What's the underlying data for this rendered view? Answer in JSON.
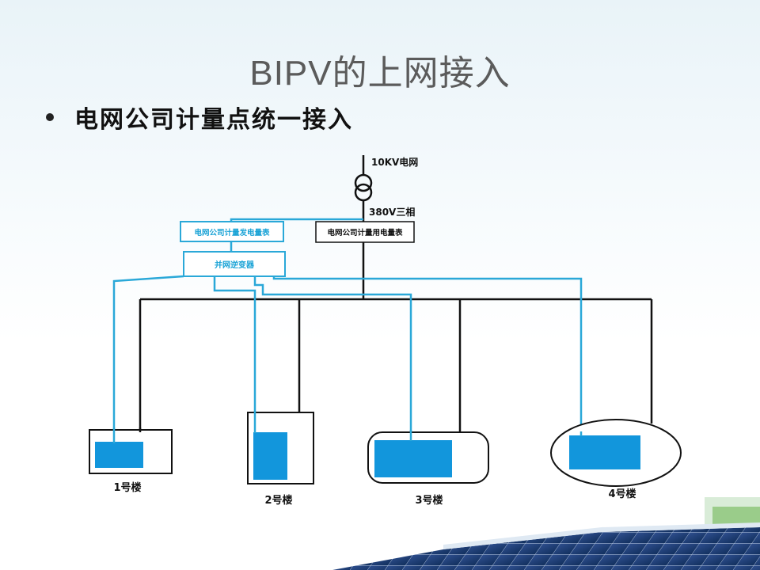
{
  "slide": {
    "title": "BIPV的上网接入",
    "bullet": "电网公司计量点统一接入"
  },
  "diagram": {
    "grid_label": "10KV电网",
    "phase_label": "380V三相",
    "generation_meter": "电网公司计量发电量表",
    "consumption_meter": "电网公司计量用电量表",
    "inverter": "并网逆变器",
    "buildings": [
      "1号楼",
      "2号楼",
      "3号楼",
      "4号楼"
    ]
  },
  "colors": {
    "pv_line": "#2aa8d8",
    "panel_fill": "#1296dc",
    "grid_line": "#111111",
    "title": "#5b5b5b"
  },
  "icons": [
    "transformer-icon",
    "solar-panel-decoration"
  ]
}
